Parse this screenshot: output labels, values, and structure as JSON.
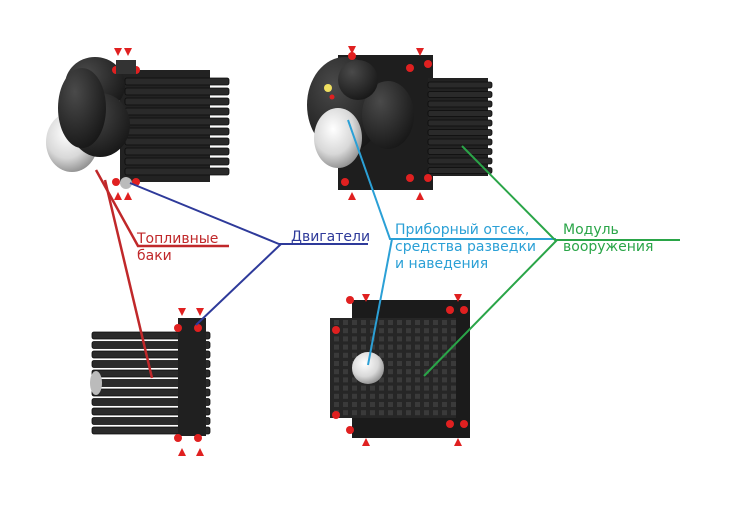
{
  "colors": {
    "fuel": "#c0282a",
    "engines": "#2e3a9a",
    "instruments": "#2ba0d6",
    "weapons": "#2aa548",
    "hull": "#1c1c1c",
    "hull_light": "#3a3a3a",
    "marker": "#e02020"
  },
  "labels": {
    "fuel": {
      "line1": "Топливные",
      "line2": "баки"
    },
    "engines": {
      "line1": "Двигатели"
    },
    "instruments": {
      "line1": "Приборный отсек,",
      "line2": "средства разведки",
      "line3": "и наведения"
    },
    "weapons": {
      "line1": "Модуль",
      "line2": "вооружения"
    }
  }
}
